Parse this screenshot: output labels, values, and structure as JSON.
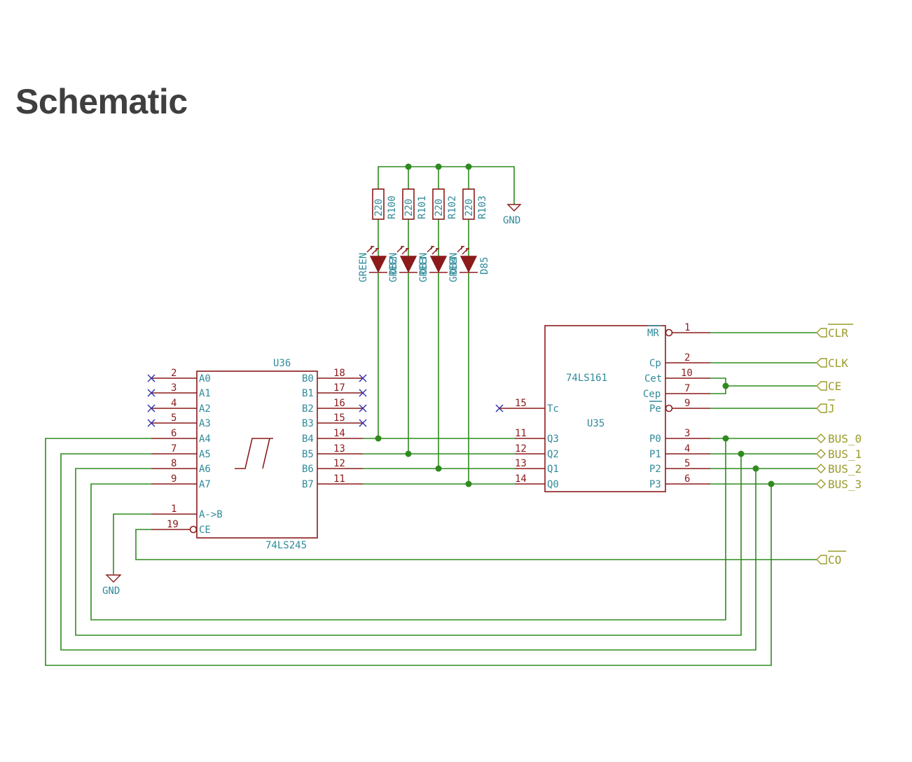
{
  "header": {
    "title": "Schematic"
  },
  "u36": {
    "ref": "U36",
    "value": "74LS245",
    "left_pins": [
      {
        "num": "2",
        "name": "A0"
      },
      {
        "num": "3",
        "name": "A1"
      },
      {
        "num": "4",
        "name": "A2"
      },
      {
        "num": "5",
        "name": "A3"
      },
      {
        "num": "6",
        "name": "A4"
      },
      {
        "num": "7",
        "name": "A5"
      },
      {
        "num": "8",
        "name": "A6"
      },
      {
        "num": "9",
        "name": "A7"
      }
    ],
    "ctrl_pins": [
      {
        "num": "1",
        "name": "A->B"
      },
      {
        "num": "19",
        "name": "CE"
      }
    ],
    "right_pins": [
      {
        "num": "18",
        "name": "B0"
      },
      {
        "num": "17",
        "name": "B1"
      },
      {
        "num": "16",
        "name": "B2"
      },
      {
        "num": "15",
        "name": "B3"
      },
      {
        "num": "14",
        "name": "B4"
      },
      {
        "num": "13",
        "name": "B5"
      },
      {
        "num": "12",
        "name": "B6"
      },
      {
        "num": "11",
        "name": "B7"
      }
    ]
  },
  "u35": {
    "ref": "U35",
    "value": "74LS161",
    "left_pins": [
      {
        "num": "15",
        "name": "Tc"
      },
      {
        "num": "11",
        "name": "Q3"
      },
      {
        "num": "12",
        "name": "Q2"
      },
      {
        "num": "13",
        "name": "Q1"
      },
      {
        "num": "14",
        "name": "Q0"
      }
    ],
    "right_pins": [
      {
        "num": "1",
        "name": "MR"
      },
      {
        "num": "2",
        "name": "Cp"
      },
      {
        "num": "10",
        "name": "Cet"
      },
      {
        "num": "7",
        "name": "Cep"
      },
      {
        "num": "9",
        "name": "Pe"
      },
      {
        "num": "3",
        "name": "P0"
      },
      {
        "num": "4",
        "name": "P1"
      },
      {
        "num": "5",
        "name": "P2"
      },
      {
        "num": "6",
        "name": "P3"
      }
    ]
  },
  "resistors": [
    {
      "ref": "R100",
      "value": "220"
    },
    {
      "ref": "R101",
      "value": "220"
    },
    {
      "ref": "R102",
      "value": "220"
    },
    {
      "ref": "R103",
      "value": "220"
    }
  ],
  "leds": [
    {
      "ref": "D82",
      "value": "GREEN"
    },
    {
      "ref": "D83",
      "value": "GREEN"
    },
    {
      "ref": "D84",
      "value": "GREEN"
    },
    {
      "ref": "D85",
      "value": "GREEN"
    }
  ],
  "gnd_label": "GND",
  "ports": {
    "clr": "CLR",
    "clk": "CLK",
    "ce": "CE",
    "j": "J",
    "bus0": "BUS_0",
    "bus1": "BUS_1",
    "bus2": "BUS_2",
    "bus3": "BUS_3",
    "co": "CO"
  },
  "colors": {
    "wire": "#2e8b1e",
    "component": "#8b1a1a",
    "pin_name": "#2f8a9a",
    "no_connect": "#2e2ea8",
    "port": "#9b9b2b",
    "title": "#3f3f3f"
  }
}
